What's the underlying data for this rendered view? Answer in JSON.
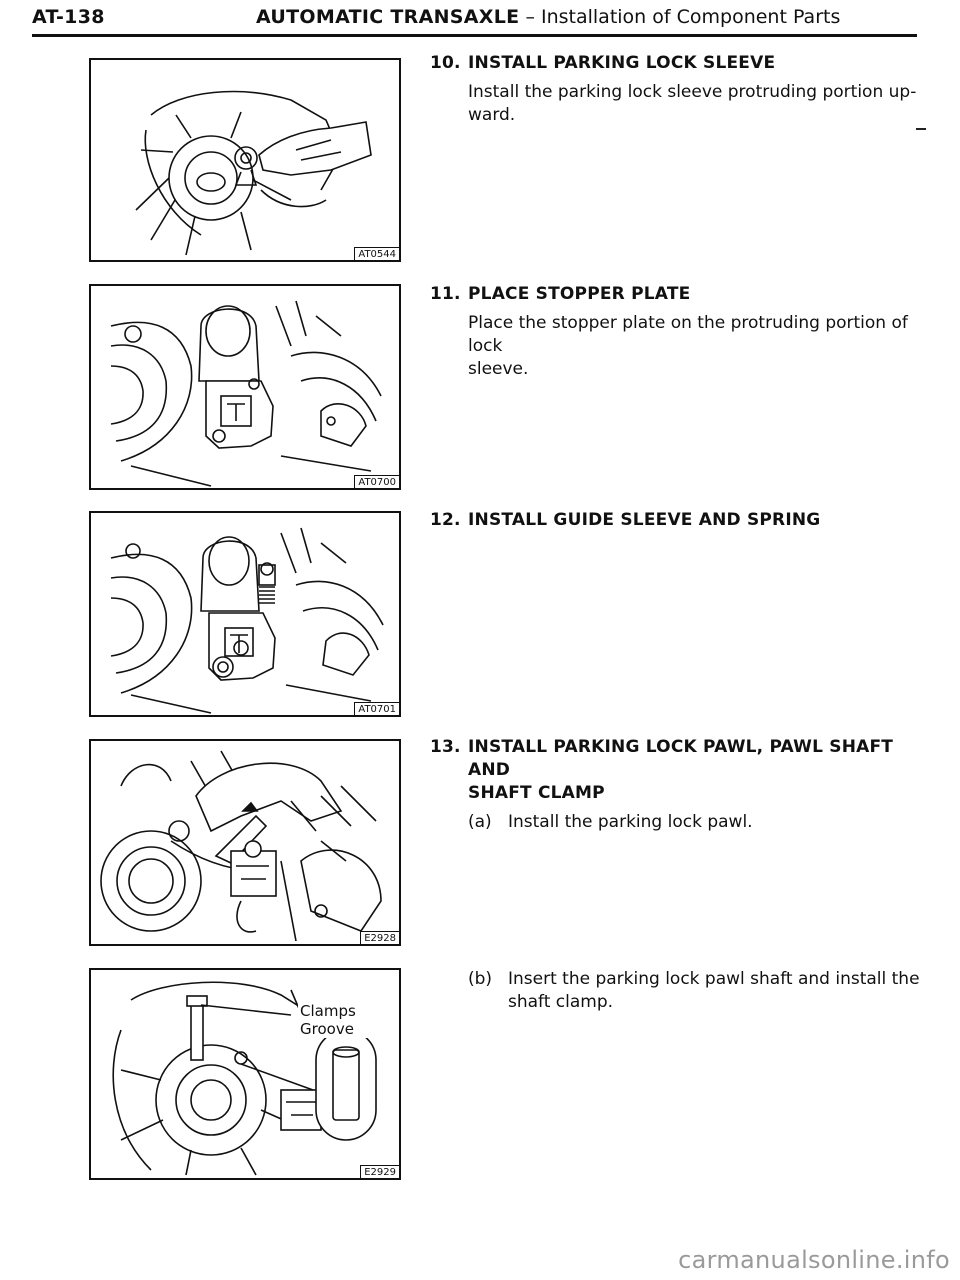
{
  "header": {
    "page_code": "AT-138",
    "title_strong": "AUTOMATIC TRANSAXLE",
    "title_rest": " – Installation of Component Parts"
  },
  "figures": [
    {
      "code": "AT0544"
    },
    {
      "code": "AT0700"
    },
    {
      "code": "AT0701"
    },
    {
      "code": "E2928"
    },
    {
      "code": "E2929",
      "callout": "Clamps Groove"
    }
  ],
  "steps": [
    {
      "num": "10.",
      "title": "INSTALL PARKING LOCK SLEEVE",
      "body": "Install the parking lock sleeve protruding portion up-\nward."
    },
    {
      "num": "11.",
      "title": "PLACE STOPPER PLATE",
      "body": "Place the stopper plate on the protruding portion of lock\nsleeve."
    },
    {
      "num": "12.",
      "title": "INSTALL GUIDE SLEEVE AND SPRING"
    },
    {
      "num": "13.",
      "title": "INSTALL PARKING LOCK PAWL, PAWL SHAFT AND\nSHAFT CLAMP",
      "sub_a_label": "(a)",
      "sub_a": "Install the parking lock pawl.",
      "sub_b_label": "(b)",
      "sub_b": "Insert the parking lock pawl shaft and install the\nshaft clamp."
    }
  ],
  "footer": {
    "watermark": "carmanualsonline.info"
  }
}
